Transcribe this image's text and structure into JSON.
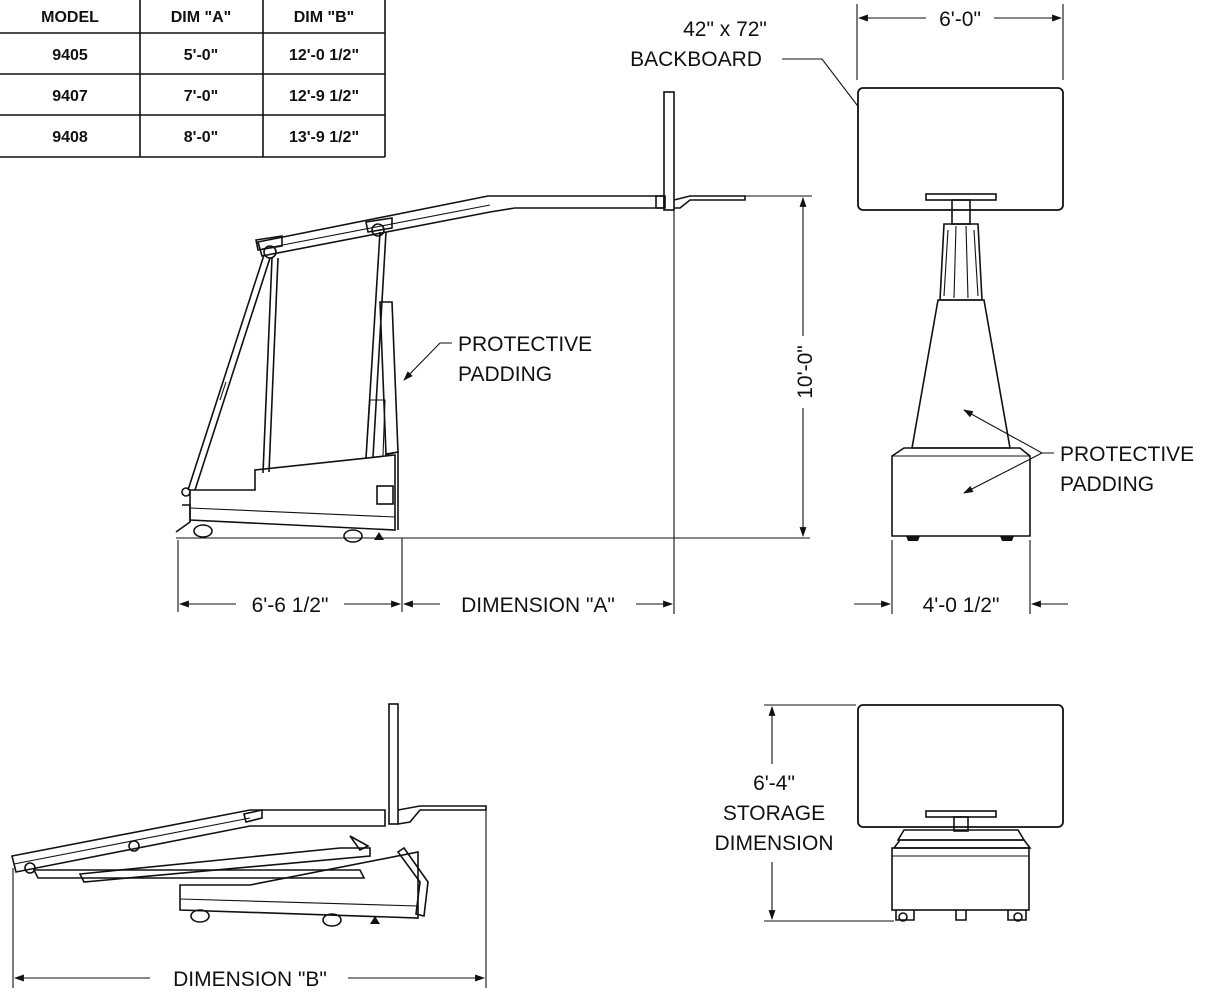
{
  "table": {
    "headers": [
      "MODEL",
      "DIM \"A\"",
      "DIM \"B\""
    ],
    "rows": [
      [
        "9405",
        "5'-0\"",
        "12'-0 1/2\""
      ],
      [
        "9407",
        "7'-0\"",
        "12'-9 1/2\""
      ],
      [
        "9408",
        "8'-0\"",
        "13'-9 1/2\""
      ]
    ]
  },
  "labels": {
    "backboard_size": "42\" x 72\"",
    "backboard": "BACKBOARD",
    "width_top": "6'-0\"",
    "padding_side_1": "PROTECTIVE",
    "padding_side_2": "PADDING",
    "padding_front_1": "PROTECTIVE",
    "padding_front_2": "PADDING",
    "height": "10'-0\"",
    "base_length": "6'-6 1/2\"",
    "dimension_a": "DIMENSION \"A\"",
    "base_width": "4'-0 1/2\"",
    "storage_1": "6'-4\"",
    "storage_2": "STORAGE",
    "storage_3": "DIMENSION",
    "dimension_b": "DIMENSION \"B\""
  },
  "colors": {
    "ink": "#111111",
    "paper": "#ffffff"
  }
}
